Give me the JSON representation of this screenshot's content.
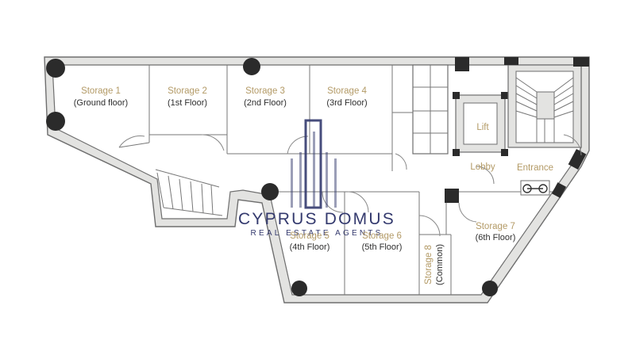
{
  "rooms": {
    "storage1": {
      "name": "Storage 1",
      "floor": "(Ground floor)"
    },
    "storage2": {
      "name": "Storage 2",
      "floor": "(1st Floor)"
    },
    "storage3": {
      "name": "Storage 3",
      "floor": "(2nd Floor)"
    },
    "storage4": {
      "name": "Storage 4",
      "floor": "(3rd Floor)"
    },
    "storage5": {
      "name": "Storage 5",
      "floor": "(4th Floor)"
    },
    "storage6": {
      "name": "Storage 6",
      "floor": "(5th Floor)"
    },
    "storage7": {
      "name": "Storage 7",
      "floor": "(6th Floor)"
    },
    "storage8": {
      "name": "Storage 8",
      "floor": "(Common)"
    },
    "lift": "Lift",
    "lobby": "Lobby",
    "entrance": "Entrance"
  },
  "watermark": {
    "brand": "CYPRUS DOMUS",
    "tagline": "REAL ESTATE AGENTS"
  },
  "colors": {
    "label_gold": "#b39a66",
    "brand_navy": "#343a6e",
    "wall_gray": "#e3e3e1"
  }
}
